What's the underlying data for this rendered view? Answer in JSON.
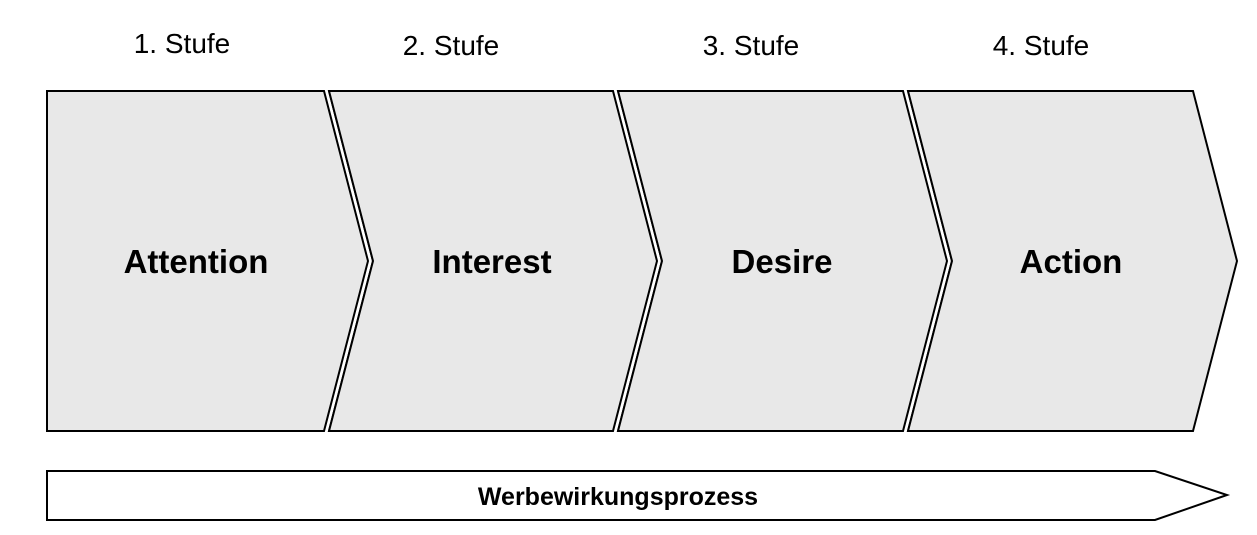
{
  "stages": [
    {
      "step_label": "1. Stufe",
      "name": "Attention"
    },
    {
      "step_label": "2. Stufe",
      "name": "Interest"
    },
    {
      "step_label": "3. Stufe",
      "name": "Desire"
    },
    {
      "step_label": "4. Stufe",
      "name": "Action"
    }
  ],
  "process": {
    "label": "Werbewirkungsprozess"
  },
  "colors": {
    "chevron_fill": "#e8e8e8",
    "outline": "#000000",
    "arrow_fill": "#ffffff"
  }
}
